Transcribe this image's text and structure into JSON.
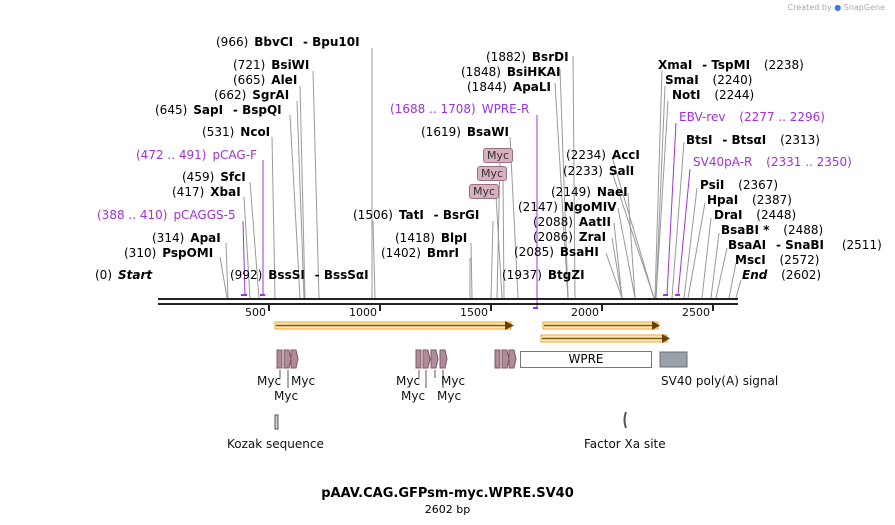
{
  "app": {
    "brand_small": "Created by",
    "brand": "SnapGene"
  },
  "map": {
    "title": "pAAV.CAG.GFPsm-myc.WPRE.SV40",
    "length_label": "2602 bp"
  },
  "axis": {
    "ticks": [
      "500",
      "1000",
      "1500",
      "2000",
      "2500"
    ]
  },
  "sites": {
    "left": [
      {
        "pos": "(966)",
        "name": "BbvCI",
        "extra": "-  Bpu10I"
      },
      {
        "pos": "(721)",
        "name": "BsiWI"
      },
      {
        "pos": "(665)",
        "name": "AleI"
      },
      {
        "pos": "(662)",
        "name": "SgrAI"
      },
      {
        "pos": "(645)",
        "name": "SapI",
        "extra": "-  BspQI"
      },
      {
        "pos": "(531)",
        "name": "NcoI"
      },
      {
        "pos": "(459)",
        "name": "SfcI"
      },
      {
        "pos": "(417)",
        "name": "XbaI"
      },
      {
        "pos": "(314)",
        "name": "ApaI"
      },
      {
        "pos": "(310)",
        "name": "PspOMI"
      },
      {
        "pos": "(0)",
        "name": "Start"
      },
      {
        "pos": "(992)",
        "name": "BssSI",
        "extra": "-  BssSαI"
      }
    ],
    "middle": [
      {
        "pos": "(1882)",
        "name": "BsrDI"
      },
      {
        "pos": "(1848)",
        "name": "BsiHKAI"
      },
      {
        "pos": "(1844)",
        "name": "ApaLI"
      },
      {
        "pos": "(1619)",
        "name": "BsaWI"
      },
      {
        "pos": "(1506)",
        "name": "TatI",
        "extra": "-  BsrGI"
      },
      {
        "pos": "(1418)",
        "name": "BlpI"
      },
      {
        "pos": "(1402)",
        "name": "BmrI"
      },
      {
        "pos": "(1937)",
        "name": "BtgZI"
      }
    ],
    "right_mid": [
      {
        "pos": "(2234)",
        "name": "AccI"
      },
      {
        "pos": "(2233)",
        "name": "SalI"
      },
      {
        "pos": "(2149)",
        "name": "NaeI"
      },
      {
        "pos": "(2147)",
        "name": "NgoMIV"
      },
      {
        "pos": "(2088)",
        "name": "AatII"
      },
      {
        "pos": "(2086)",
        "name": "ZraI"
      },
      {
        "pos": "(2085)",
        "name": "BsaHI"
      }
    ],
    "right": [
      {
        "pos": "(2238)",
        "name": "XmaI",
        "extra": "-  TspMI"
      },
      {
        "pos": "(2240)",
        "name": "SmaI"
      },
      {
        "pos": "(2244)",
        "name": "NotI"
      },
      {
        "pos": "(2313)",
        "name": "BtsI",
        "extra": "-  BtsαI"
      },
      {
        "pos": "(2367)",
        "name": "PsiI"
      },
      {
        "pos": "(2387)",
        "name": "HpaI"
      },
      {
        "pos": "(2448)",
        "name": "DraI"
      },
      {
        "pos": "(2488)",
        "name": "BsaBI *"
      },
      {
        "pos": "(2511)",
        "name": "BsaAI",
        "extra": "-  SnaBI"
      },
      {
        "pos": "(2572)",
        "name": "MscI"
      },
      {
        "pos": "(2602)",
        "name": "End"
      }
    ]
  },
  "primers": [
    {
      "range": "(472 .. 491)",
      "name": "pCAG-F"
    },
    {
      "range": "(388 .. 410)",
      "name": "pCAGGS-5"
    },
    {
      "range": "(1688 .. 1708)",
      "name": "WPRE-R"
    },
    {
      "range": "(2277 .. 2296)",
      "name": "EBV-rev"
    },
    {
      "range": "(2331 .. 2350)",
      "name": "SV40pA-R"
    }
  ],
  "features": {
    "myc_tag": "Myc",
    "wpre": "WPRE",
    "sv40": "SV40 poly(A) signal",
    "kozak": "Kozak sequence",
    "factor_xa": "Factor Xa site"
  },
  "colors": {
    "primer": "#a030e0",
    "orf": "#f5a623",
    "myc": "#b38a9a",
    "backbone": "#222222"
  }
}
